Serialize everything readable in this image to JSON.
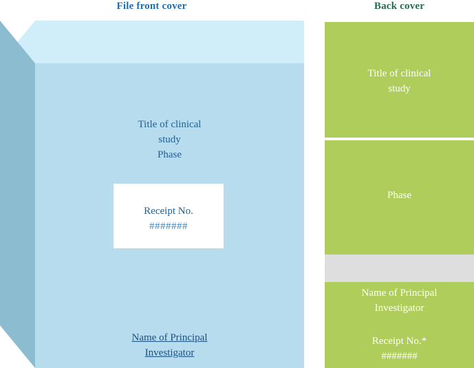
{
  "headings": {
    "front": "File front cover",
    "back": "Back cover",
    "front_color": "#1f6fb0",
    "back_color": "#256c4e"
  },
  "front_cover": {
    "title_line1": "Title of clinical",
    "title_line2": "study",
    "phase": "Phase",
    "receipt_label": "Receipt No.",
    "receipt_value": "#######",
    "pi_line1": "Name of Principal",
    "pi_line2": "Investigator",
    "colors": {
      "top_face": "#d0eefa",
      "side_face": "#8cbcd0",
      "front_face": "#b7dcee",
      "text": "#1f5f96",
      "receipt_box": "#ffffff"
    }
  },
  "back_cover": {
    "panels": [
      {
        "name": "title",
        "line1": "Title of clinical",
        "line2": "study",
        "color": "#aecd5b"
      },
      {
        "name": "phase",
        "line1": "Phase",
        "color": "#aecd5b"
      },
      {
        "name": "spacer",
        "color": "#dedede"
      },
      {
        "name": "investigator",
        "line1": "Name of Principal",
        "line2": "Investigator",
        "receipt_label": "Receipt No.*",
        "receipt_value": "#######",
        "color": "#aecd5b"
      }
    ],
    "text_color": "#ffffff"
  }
}
